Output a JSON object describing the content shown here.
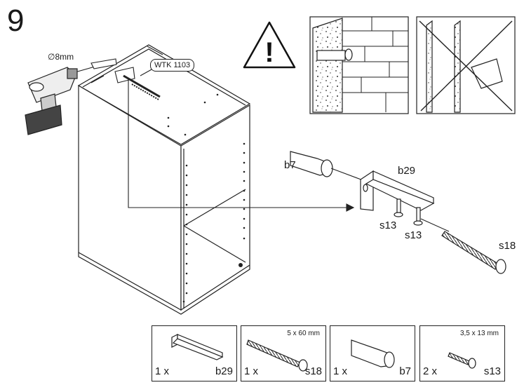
{
  "step": {
    "number": "9"
  },
  "drill": {
    "size_label": "∅8mm",
    "icon": "drill-icon"
  },
  "callout": {
    "label": "WTK 1103"
  },
  "warning": {
    "icon": "warning-triangle-icon",
    "symbol": "!"
  },
  "parts_labels": {
    "b7": "b7",
    "b29": "b29",
    "s13_a": "s13",
    "s13_b": "s13",
    "s18": "s18"
  },
  "parts_box": [
    {
      "qty": "1 x",
      "code": "b29",
      "dim": "",
      "icon": "bracket-icon"
    },
    {
      "qty": "1 x",
      "code": "s18",
      "dim": "5 x 60 mm",
      "icon": "long-screw-icon"
    },
    {
      "qty": "1 x",
      "code": "b7",
      "dim": "",
      "icon": "wall-plug-icon"
    },
    {
      "qty": "2 x",
      "code": "s13",
      "dim": "3,5 x 13 mm",
      "icon": "short-screw-icon"
    }
  ]
}
